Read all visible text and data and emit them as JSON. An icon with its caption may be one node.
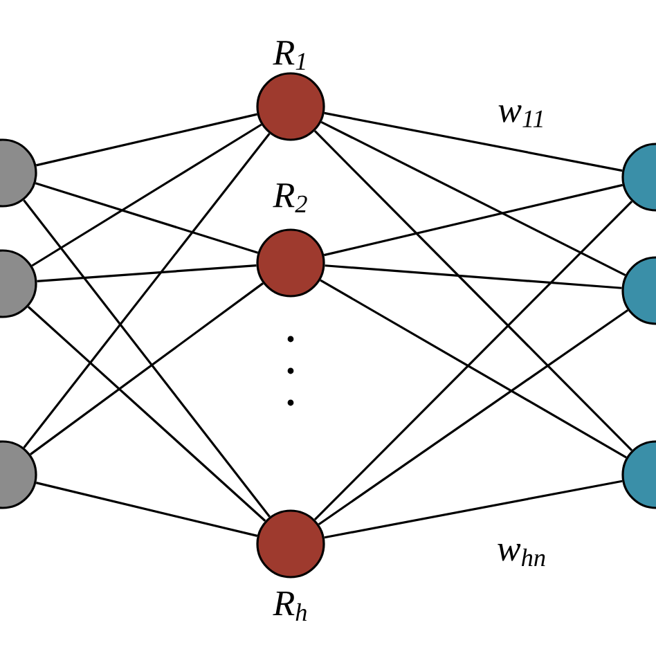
{
  "diagram": {
    "nodes": [
      {
        "text": [],
        "shape": "circle"
      },
      {
        "text": [],
        "shape": "circle"
      },
      {
        "text": [],
        "shape": "circle"
      },
      {
        "text": [],
        "shape": "circle",
        "beside": [
          "R$_{1}$"
        ]
      },
      {
        "text": [],
        "shape": "circle",
        "beside": [
          "R$_{2}$"
        ]
      },
      {
        "text": [],
        "shape": "circle",
        "beside": [
          "R$_{h}$"
        ]
      },
      {
        "text": [],
        "shape": "circle"
      },
      {
        "text": [],
        "shape": "circle"
      },
      {
        "text": [],
        "shape": "circle"
      }
    ],
    "edges": [
      {
        "from": 0,
        "to": 3,
        "arrow": "none"
      },
      {
        "from": 0,
        "to": 4,
        "arrow": "none"
      },
      {
        "from": 0,
        "to": 5,
        "arrow": "none"
      },
      {
        "from": 1,
        "to": 3,
        "arrow": "none"
      },
      {
        "from": 1,
        "to": 4,
        "arrow": "none"
      },
      {
        "from": 1,
        "to": 5,
        "arrow": "none"
      },
      {
        "from": 2,
        "to": 3,
        "arrow": "none"
      },
      {
        "from": 2,
        "to": 4,
        "arrow": "none"
      },
      {
        "from": 2,
        "to": 5,
        "arrow": "none"
      },
      {
        "from": 3,
        "to": 6,
        "arrow": "none",
        "label": "w$_{11}$"
      },
      {
        "from": 3,
        "to": 7,
        "arrow": "none"
      },
      {
        "from": 3,
        "to": 8,
        "arrow": "none"
      },
      {
        "from": 4,
        "to": 6,
        "arrow": "none"
      },
      {
        "from": 4,
        "to": 7,
        "arrow": "none"
      },
      {
        "from": 4,
        "to": 8,
        "arrow": "none"
      },
      {
        "from": 5,
        "to": 6,
        "arrow": "none"
      },
      {
        "from": 5,
        "to": 7,
        "arrow": "none"
      },
      {
        "from": 5,
        "to": 8,
        "arrow": "none",
        "label": "w$_{hn}$"
      }
    ]
  }
}
